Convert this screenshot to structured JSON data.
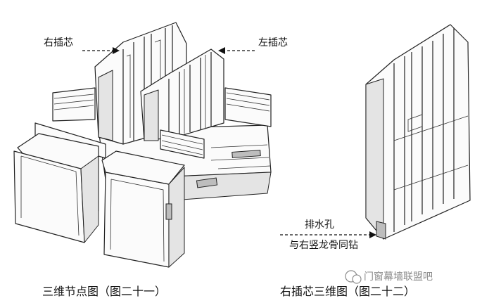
{
  "labels": {
    "right_insert": "右插芯",
    "left_insert": "左插芯",
    "drain_hole_line1": "排水孔",
    "drain_hole_line2": "与右竖龙骨同钻"
  },
  "captions": {
    "figure_21": "三维节点图（图二十一）",
    "figure_22": "右插芯三维图（图二十二）"
  },
  "watermark": {
    "text": "门窗幕墙联盟吧"
  },
  "colors": {
    "line": "#222222",
    "face": "#fbfbfb",
    "shade": "#e4e4e4",
    "watermark": "#8a8a8a"
  }
}
